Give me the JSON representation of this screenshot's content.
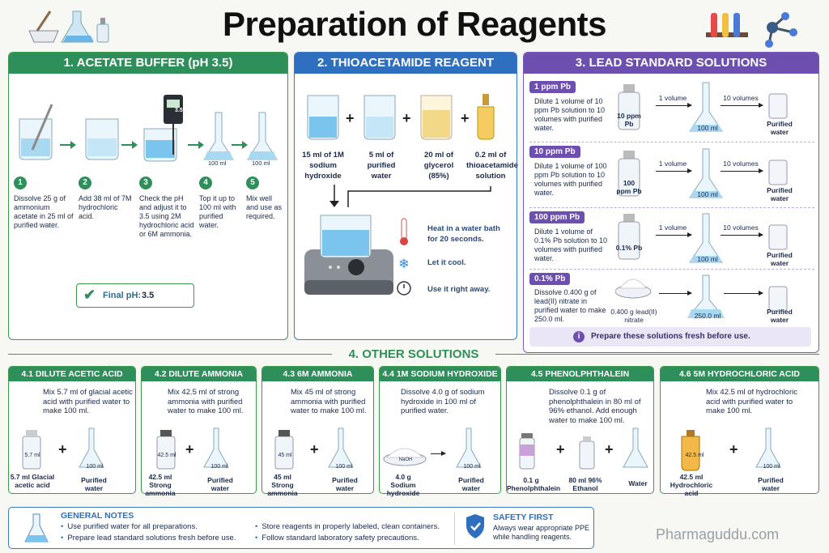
{
  "title": "Preparation of Reagents",
  "watermark": "Pharmaguddu.com",
  "sections": {
    "acetate": {
      "heading": "1. ACETATE BUFFER (pH 3.5)",
      "steps": [
        {
          "num": "1",
          "text": "Dissolve 25 g of ammonium acetate in 25 ml of purified water."
        },
        {
          "num": "2",
          "text": "Add 38 ml of 7M hydrochloric acid."
        },
        {
          "num": "3",
          "text": "Check the pH and adjust it to 3.5 using 2M hydrochloric acid or 6M ammonia."
        },
        {
          "num": "4",
          "text": "Top it up to 100 ml with purified water."
        },
        {
          "num": "5",
          "text": "Mix well and use as required."
        }
      ],
      "meter_reading": "3.50",
      "flask_label": "100 ml",
      "final_label": "Final pH:",
      "final_value": "3.5"
    },
    "thio": {
      "heading": "2. THIOACETAMIDE REAGENT",
      "items": [
        "15 ml of 1M sodium hydroxide",
        "5 ml of purified water",
        "20 ml of glycerol (85%)",
        "0.2 ml of thioacetamide solution"
      ],
      "plus": "+",
      "steps": [
        "Heat in a water bath for 20 seconds.",
        "Let it cool.",
        "Use it right away."
      ]
    },
    "lead": {
      "heading": "3. LEAD STANDARD SOLUTIONS",
      "rows": [
        {
          "tag": "1 ppm Pb",
          "text": "Dilute 1 volume of 10 ppm Pb solution to 10 volumes with purified water.",
          "bottle": "10 ppm Pb",
          "a1": "1 volume",
          "flask": "100 ml",
          "a2": "10 volumes",
          "water": "Purified water"
        },
        {
          "tag": "10 ppm Pb",
          "text": "Dilute 1 volume of 100 ppm Pb solution to 10 volumes with purified water.",
          "bottle": "100 ppm Pb",
          "a1": "1 volume",
          "flask": "100 ml",
          "a2": "10 volumes",
          "water": "Purified water"
        },
        {
          "tag": "100 ppm Pb",
          "text": "Dilute 1 volume of 0.1% Pb solution to 10 volumes with purified water.",
          "bottle": "0.1% Pb",
          "a1": "1 volume",
          "flask": "100 ml",
          "a2": "10 volumes",
          "water": "Purified water"
        },
        {
          "tag": "0.1% Pb",
          "text": "Dissolve 0.400 g of lead(II) nitrate in purified water to make 250.0 ml.",
          "bottle": "0.400 g lead(II) nitrate",
          "a1": "",
          "flask": "250.0 ml",
          "a2": "",
          "water": "Purified water"
        }
      ],
      "note": "Prepare these solutions fresh before use."
    },
    "other": {
      "heading": "4. OTHER SOLUTIONS",
      "subs": [
        {
          "heading": "4.1 DILUTE ACETIC ACID",
          "desc": "Mix 5.7 ml of glacial acetic acid with purified water to make 100 ml.",
          "left": "5.7 ml Glacial acetic acid",
          "left_tag": "5.7 ml",
          "right": "Purified water",
          "flask": "100 ml"
        },
        {
          "heading": "4.2 DILUTE AMMONIA",
          "desc": "Mix 42.5 ml of strong ammonia with purified water to make 100 ml.",
          "left": "42.5 ml Strong ammonia",
          "left_tag": "42.5 ml",
          "right": "Purified water",
          "flask": "100 ml"
        },
        {
          "heading": "4.3 6M AMMONIA",
          "desc": "Mix 45 ml of strong ammonia with purified water to make 100 ml.",
          "left": "45 ml Strong ammonia",
          "left_tag": "45 ml",
          "right": "Purified water",
          "flask": "100 ml"
        },
        {
          "heading": "4.4 1M SODIUM HYDROXIDE",
          "desc": "Dissolve 4.0 g of sodium hydroxide in 100 ml of purified water.",
          "left": "4.0 g Sodium hydroxide",
          "left_tag": "NaOH",
          "right": "Purified water",
          "flask": "100 ml"
        },
        {
          "heading": "4.5 PHENOLPHTHALEIN",
          "desc": "Dissolve 0.1 g of phenolphthalein in 80 ml of 96% ethanol. Add enough water to make 100 ml.",
          "left": "0.1 g Phenolphthalein",
          "mid": "80 ml 96% Ethanol",
          "right": "Water",
          "flask": ""
        },
        {
          "heading": "4.6 5M HYDROCHLORIC ACID",
          "desc": "Mix 42.5 ml of hydrochloric acid with purified water to make 100 ml.",
          "left": "42.5 ml Hydrochloric acid",
          "left_tag": "42.5 ml",
          "right": "Purified water",
          "flask": "100 ml"
        }
      ]
    }
  },
  "notes": {
    "heading": "GENERAL NOTES",
    "col1": [
      "Use purified water for all preparations.",
      "Prepare lead standard solutions fresh before use."
    ],
    "col2": [
      "Store reagents in properly labeled, clean containers.",
      "Follow standard laboratory safety precautions."
    ],
    "safety_heading": "SAFETY FIRST",
    "safety_text": "Always wear appropriate PPE while handling reagents."
  }
}
